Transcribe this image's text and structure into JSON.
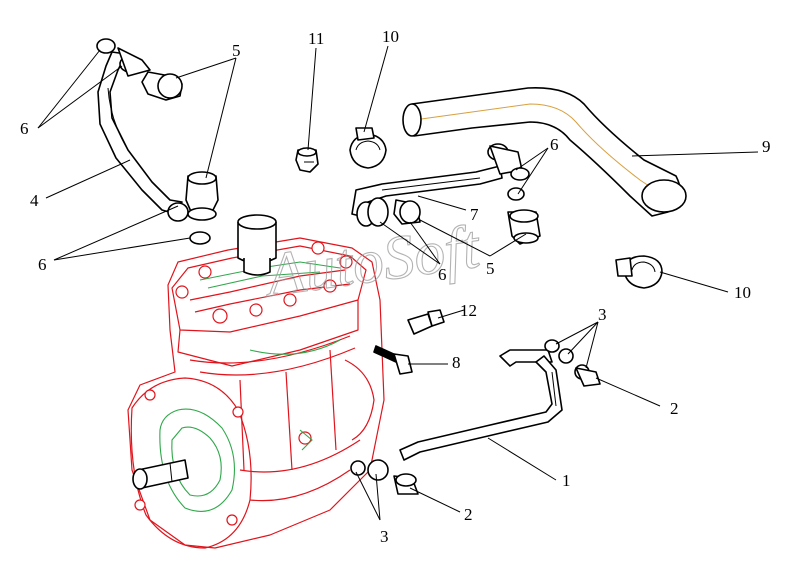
{
  "watermark": "AutoSoft",
  "colors": {
    "housing": "#e0141c",
    "detail": "#2fa84a",
    "ink": "#000000",
    "background": "#ffffff"
  },
  "callouts": {
    "c1": "1",
    "c2a": "2",
    "c2b": "2",
    "c3a": "3",
    "c3b": "3",
    "c4": "4",
    "c5a": "5",
    "c5b": "5",
    "c6a": "6",
    "c6b": "6",
    "c6c": "6",
    "c6d": "6",
    "c7": "7",
    "c8": "8",
    "c9": "9",
    "c10a": "10",
    "c10b": "10",
    "c11": "11",
    "c12": "12"
  }
}
